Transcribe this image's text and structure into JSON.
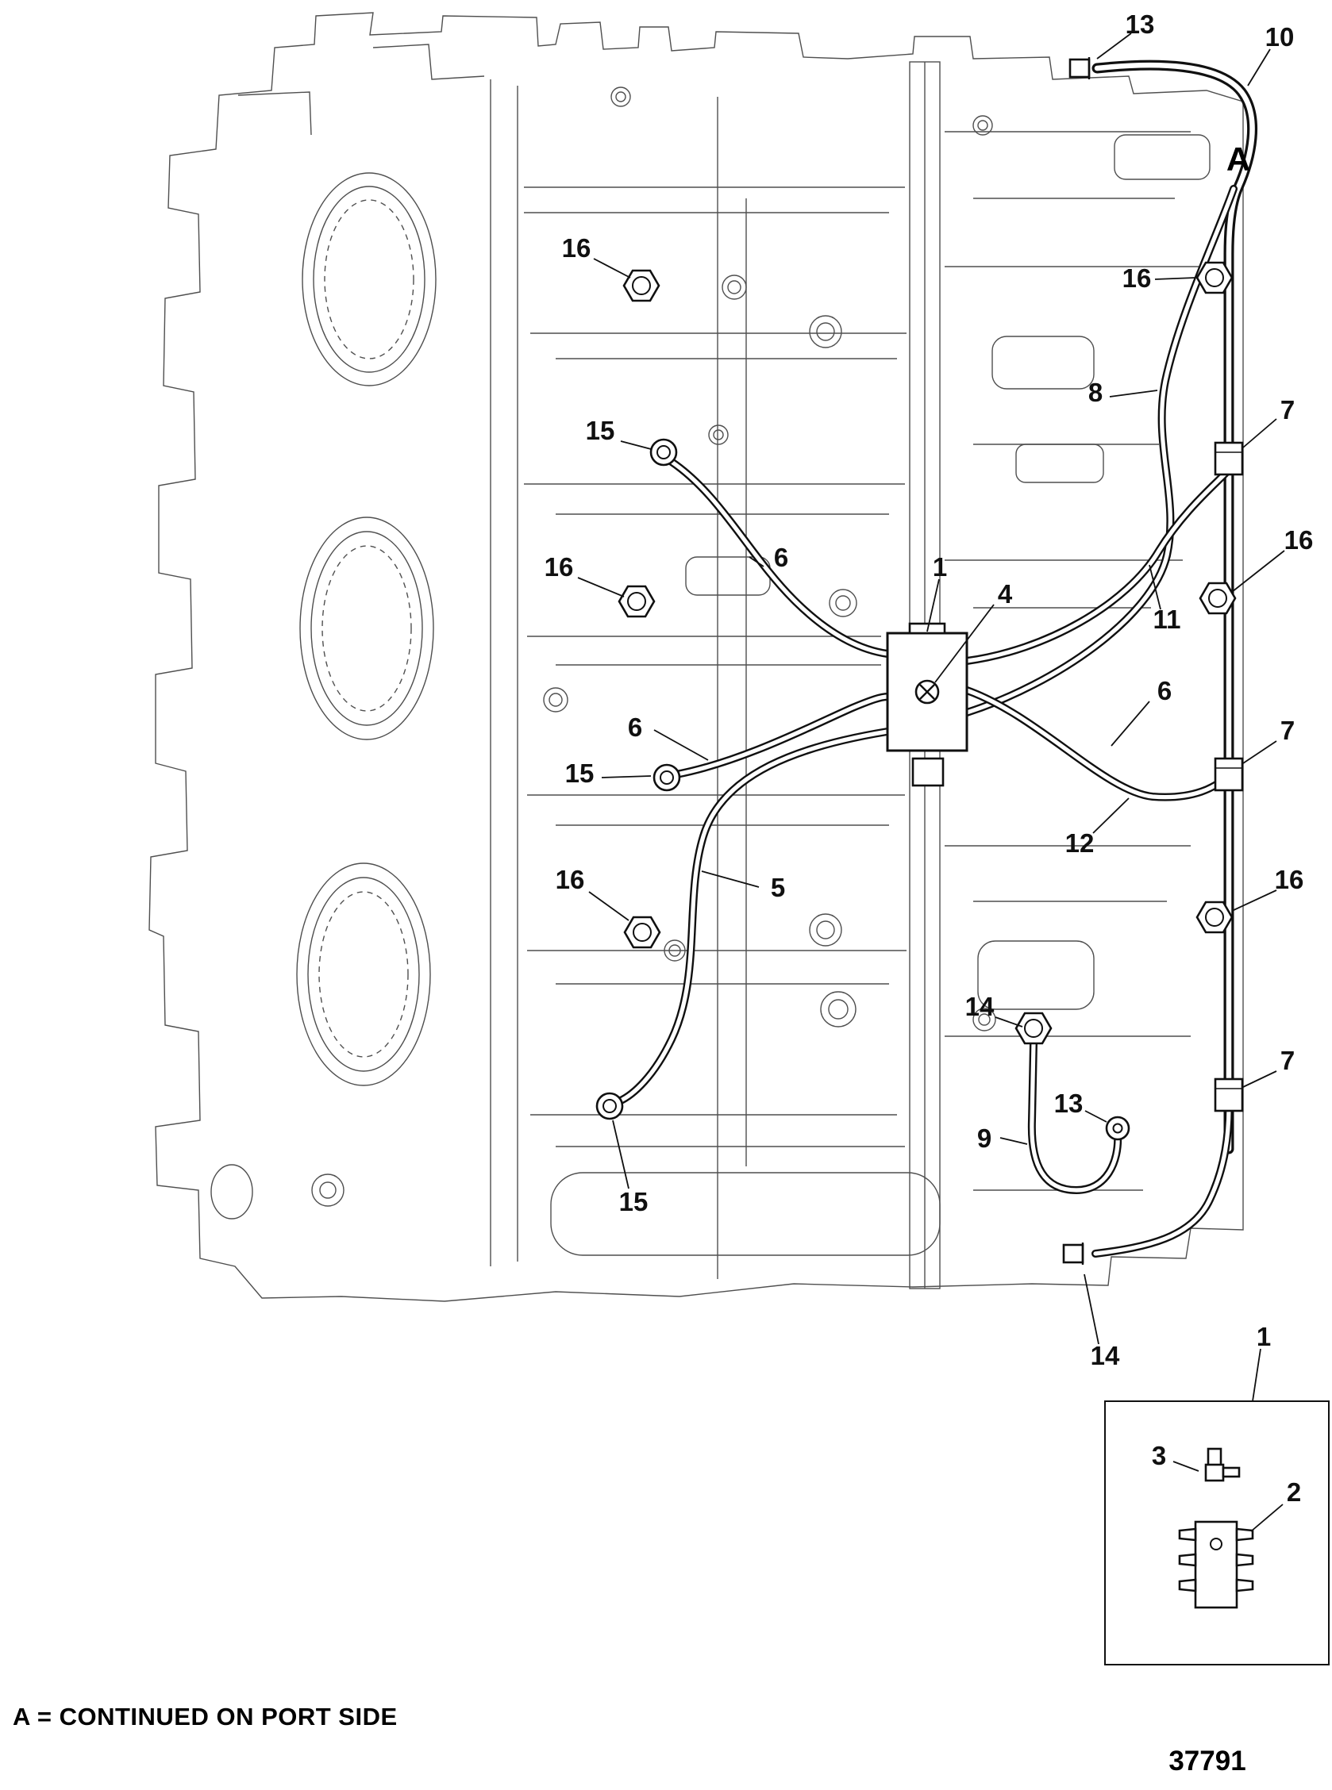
{
  "figure": {
    "note": "A = CONTINUED ON PORT SIDE",
    "number": "37791",
    "continuation_label": "A"
  },
  "callouts": [
    {
      "id": "13-top",
      "label": "13"
    },
    {
      "id": "10",
      "label": "10"
    },
    {
      "id": "16-upper-left",
      "label": "16"
    },
    {
      "id": "16-upper-right",
      "label": "16"
    },
    {
      "id": "8",
      "label": "8"
    },
    {
      "id": "7-upper",
      "label": "7"
    },
    {
      "id": "15-upper",
      "label": "15"
    },
    {
      "id": "16-right-mid",
      "label": "16"
    },
    {
      "id": "6-upper",
      "label": "6"
    },
    {
      "id": "1-manifold",
      "label": "1"
    },
    {
      "id": "4",
      "label": "4"
    },
    {
      "id": "16-left-mid",
      "label": "16"
    },
    {
      "id": "11",
      "label": "11"
    },
    {
      "id": "6-right",
      "label": "6"
    },
    {
      "id": "6-left",
      "label": "6"
    },
    {
      "id": "7-mid",
      "label": "7"
    },
    {
      "id": "15-mid",
      "label": "15"
    },
    {
      "id": "12",
      "label": "12"
    },
    {
      "id": "16-left-lower",
      "label": "16"
    },
    {
      "id": "16-right-lower",
      "label": "16"
    },
    {
      "id": "5",
      "label": "5"
    },
    {
      "id": "14-upper",
      "label": "14"
    },
    {
      "id": "13-lower",
      "label": "13"
    },
    {
      "id": "9",
      "label": "9"
    },
    {
      "id": "7-lower",
      "label": "7"
    },
    {
      "id": "15-bottom",
      "label": "15"
    },
    {
      "id": "14-bottom",
      "label": "14"
    },
    {
      "id": "1-inset",
      "label": "1"
    },
    {
      "id": "3",
      "label": "3"
    },
    {
      "id": "2",
      "label": "2"
    }
  ]
}
